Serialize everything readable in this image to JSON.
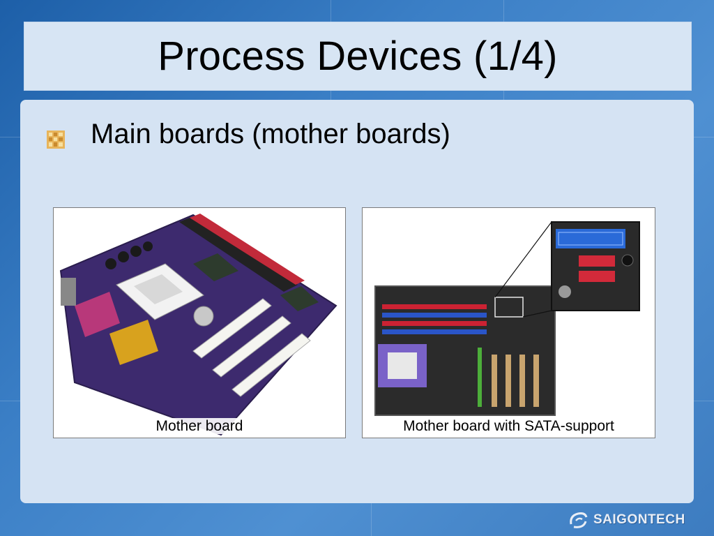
{
  "slide": {
    "title": "Process Devices (1/4)",
    "bullet": "Main boards (mother boards)"
  },
  "images": [
    {
      "caption": "Mother board",
      "icon": "motherboard-photo"
    },
    {
      "caption": "Mother board with SATA-support",
      "icon": "sata-motherboard-photo"
    }
  ],
  "logo": {
    "text": "SAIGONTECH",
    "icon": "saigontech-logo-icon"
  },
  "colors": {
    "background": "#3b7fc6",
    "panel": "#d5e3f3",
    "title_panel": "#d7e5f4"
  }
}
